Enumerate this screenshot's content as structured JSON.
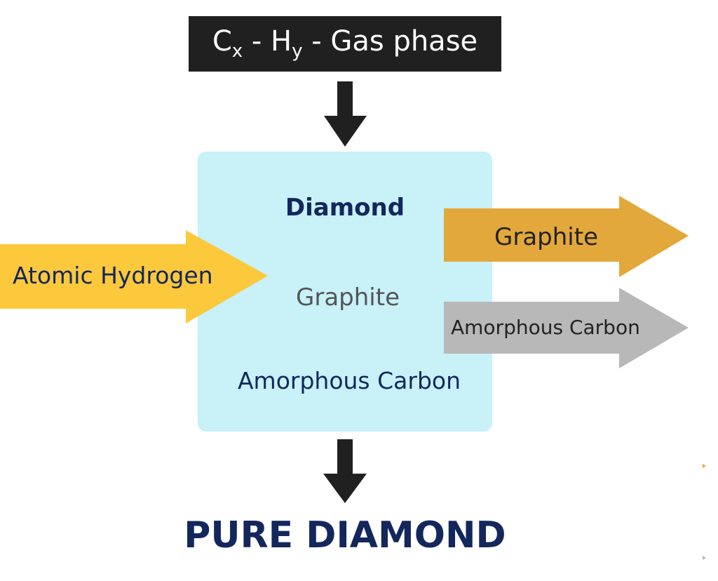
{
  "gas_phase": {
    "main1": "C",
    "sub1": "x",
    "mid": " - H",
    "sub2": "y",
    "tail": " - Gas phase"
  },
  "reactor_box": {
    "items": [
      "Diamond",
      "Graphite",
      "Amorphous Carbon"
    ]
  },
  "input_arrow": {
    "label": "Atomic Hydrogen"
  },
  "output_arrows": [
    {
      "label": "Graphite",
      "color": "#e3a83b"
    },
    {
      "label": "Amorphous Carbon",
      "color": "#b8b8b8"
    }
  ],
  "result": {
    "label": "PURE DIAMOND"
  },
  "colors": {
    "navy": "#13275c",
    "cyan_box": "#c8f1f8",
    "hydrogen": "#fcc83c",
    "dark": "#202020"
  }
}
